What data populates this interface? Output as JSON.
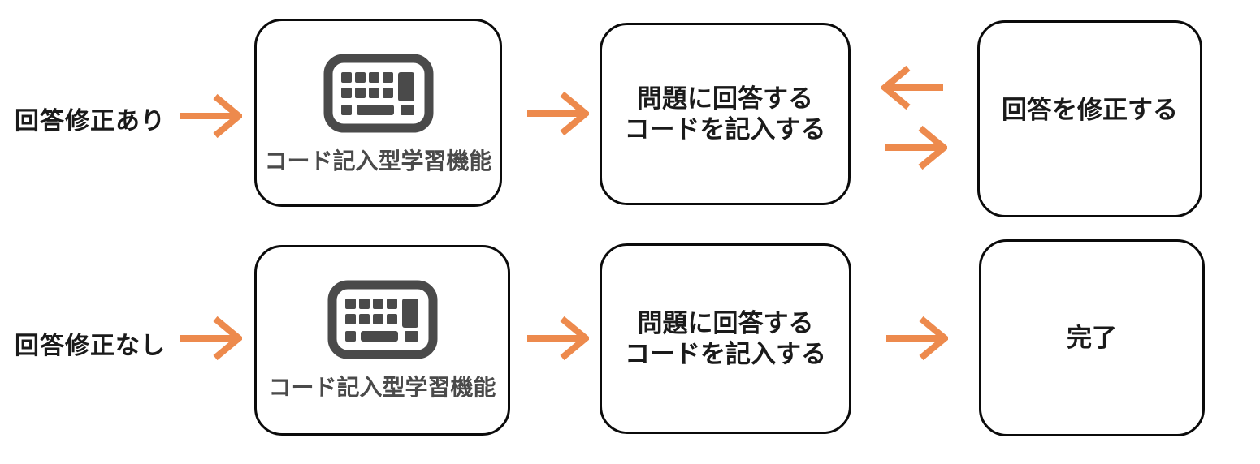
{
  "diagram": {
    "rows": [
      {
        "label": "回答修正あり",
        "feature_box": {
          "label": "コード記入型学習機能"
        },
        "action_box": {
          "line1": "問題に回答する",
          "line2": "コードを記入する"
        },
        "result_box": {
          "label": "回答を修正する"
        }
      },
      {
        "label": "回答修正なし",
        "feature_box": {
          "label": "コード記入型学習機能"
        },
        "action_box": {
          "line1": "問題に回答する",
          "line2": "コードを記入する"
        },
        "result_box": {
          "label": "完了"
        }
      }
    ],
    "icons": {
      "keyboard": "keyboard-icon",
      "arrow_right": "arrow-right-icon",
      "arrow_left": "arrow-left-icon"
    },
    "colors": {
      "arrow": "#ED8A4D",
      "box_border": "#0B0B0B",
      "text_primary": "#1A1A1A",
      "text_feature": "#4A4A4A",
      "icon_gray": "#4A4A4A",
      "background": "#FFFFFF"
    }
  }
}
